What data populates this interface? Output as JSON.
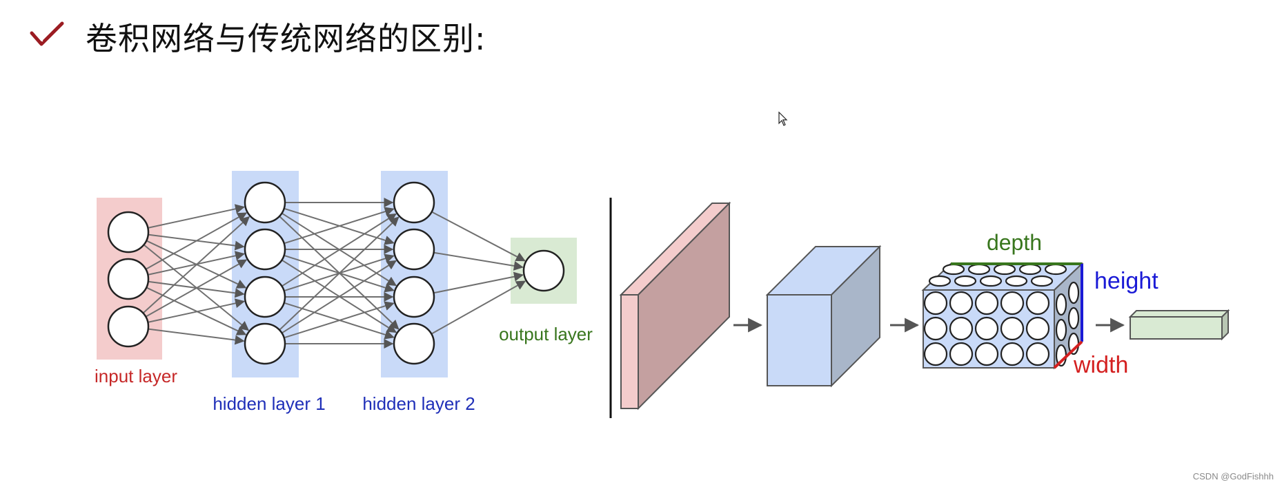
{
  "slide": {
    "title": "卷积网络与传统网络的区别:",
    "check_icon_color": "#9b1c22",
    "watermark": "CSDN @GodFishhh"
  },
  "nn": {
    "input_label": "input layer",
    "hidden1_label": "hidden layer 1",
    "hidden2_label": "hidden layer 2",
    "output_label": "output layer",
    "colors": {
      "input_fill": "#f4cccc",
      "input_text": "#c62828",
      "hidden_fill": "#c9daf8",
      "hidden_text": "#1f2fb8",
      "output_fill": "#d9ead3",
      "output_text": "#38761d"
    }
  },
  "cnn": {
    "depth_label": "depth",
    "height_label": "height",
    "width_label": "width",
    "colors": {
      "depth": "#38761d",
      "height": "#1a1ad6",
      "width": "#d42020",
      "slab_front": "#f4cccc",
      "slab_side": "#c4a0a0",
      "cube_front": "#c9daf8",
      "cube_side": "#a9b6c9",
      "out_front": "#d9ead3"
    }
  }
}
